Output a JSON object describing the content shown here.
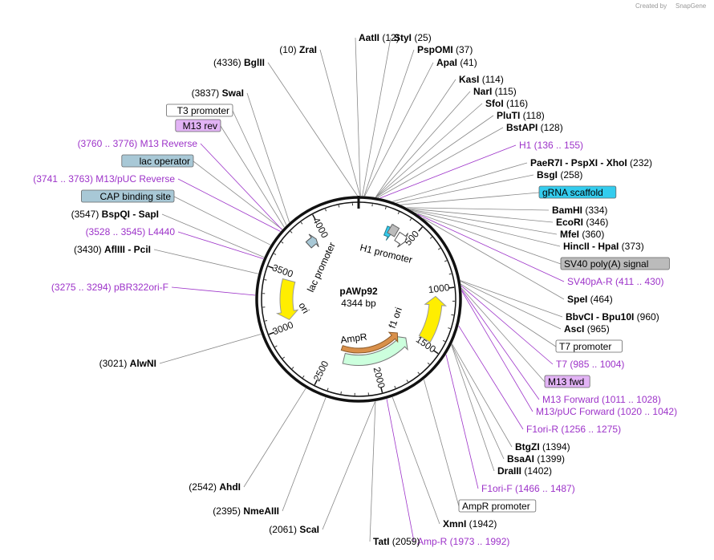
{
  "header": {
    "credit": "Created by",
    "brand": "SnapGene"
  },
  "plasmid": {
    "name": "pAWp92",
    "length": "4344 bp",
    "total_bp": 4344
  },
  "ticks": [
    "500",
    "1000",
    "1500",
    "2000",
    "2500",
    "3000",
    "3500",
    "4000"
  ],
  "features": [
    {
      "label": "H1 promoter",
      "type": "promoter",
      "start": 400,
      "end": 480
    },
    {
      "label": "gRNA scaffold",
      "type": "misc",
      "start": 250,
      "end": 330
    },
    {
      "label": "lac promoter",
      "type": "promoter",
      "start": 3800,
      "end": 3900
    },
    {
      "label": "ori",
      "type": "origin",
      "start": 3050,
      "end": 3450
    },
    {
      "label": "f1 ori",
      "type": "origin",
      "start": 1050,
      "end": 1470
    },
    {
      "label": "AmpR",
      "type": "cds",
      "start": 1500,
      "end": 2100
    }
  ],
  "labels": [
    {
      "name": "AatII",
      "num": "(12)",
      "color": "black",
      "bold": true
    },
    {
      "name": "ZraI",
      "num": "(10)",
      "color": "black",
      "bold": true
    },
    {
      "name": "BglII",
      "num": "(4336)",
      "color": "black",
      "bold": true
    },
    {
      "name": "StyI",
      "num": "(25)",
      "color": "black",
      "bold": true
    },
    {
      "name": "PspOMI",
      "num": "(37)",
      "color": "black",
      "bold": true
    },
    {
      "name": "ApaI",
      "num": "(41)",
      "color": "black",
      "bold": true
    },
    {
      "name": "KasI",
      "num": "(114)",
      "color": "black",
      "bold": true
    },
    {
      "name": "NarI",
      "num": "(115)",
      "color": "black",
      "bold": true
    },
    {
      "name": "SfoI",
      "num": "(116)",
      "color": "black",
      "bold": true
    },
    {
      "name": "PluTI",
      "num": "(118)",
      "color": "black",
      "bold": true
    },
    {
      "name": "BstAPI",
      "num": "(128)",
      "color": "black",
      "bold": true
    },
    {
      "name": "H1",
      "num": "(136 .. 155)",
      "color": "purple",
      "bold": false
    },
    {
      "name": "PaeR7I - PspXI - XhoI",
      "num": "(232)",
      "color": "black",
      "bold": true
    },
    {
      "name": "BsgI",
      "num": "(258)",
      "color": "black",
      "bold": true
    },
    {
      "name": "gRNA scaffold",
      "num": "",
      "color": "box-cyan",
      "bold": false
    },
    {
      "name": "BamHI",
      "num": "(334)",
      "color": "black",
      "bold": true
    },
    {
      "name": "EcoRI",
      "num": "(346)",
      "color": "black",
      "bold": true
    },
    {
      "name": "MfeI",
      "num": "(360)",
      "color": "black",
      "bold": true
    },
    {
      "name": "HincII - HpaI",
      "num": "(373)",
      "color": "black",
      "bold": true
    },
    {
      "name": "SV40 poly(A) signal",
      "num": "",
      "color": "box-gray",
      "bold": false
    },
    {
      "name": "SV40pA-R",
      "num": "(411 .. 430)",
      "color": "purple",
      "bold": false
    },
    {
      "name": "SpeI",
      "num": "(464)",
      "color": "black",
      "bold": true
    },
    {
      "name": "BbvCI - Bpu10I",
      "num": "(960)",
      "color": "black",
      "bold": true
    },
    {
      "name": "AscI",
      "num": "(965)",
      "color": "black",
      "bold": true
    },
    {
      "name": "T7 promoter",
      "num": "",
      "color": "box-white",
      "bold": false
    },
    {
      "name": "T7",
      "num": "(985 .. 1004)",
      "color": "purple",
      "bold": false
    },
    {
      "name": "M13 fwd",
      "num": "",
      "color": "box-purple",
      "bold": false
    },
    {
      "name": "M13 Forward",
      "num": "(1011 .. 1028)",
      "color": "purple",
      "bold": false
    },
    {
      "name": "M13/pUC Forward",
      "num": "(1020 .. 1042)",
      "color": "purple",
      "bold": false
    },
    {
      "name": "F1ori-R",
      "num": "(1256 .. 1275)",
      "color": "purple",
      "bold": false
    },
    {
      "name": "BtgZI",
      "num": "(1394)",
      "color": "black",
      "bold": true
    },
    {
      "name": "BsaAI",
      "num": "(1399)",
      "color": "black",
      "bold": true
    },
    {
      "name": "DraIII",
      "num": "(1402)",
      "color": "black",
      "bold": true
    },
    {
      "name": "F1ori-F",
      "num": "(1466 .. 1487)",
      "color": "purple",
      "bold": false
    },
    {
      "name": "AmpR promoter",
      "num": "",
      "color": "box-white",
      "bold": false
    },
    {
      "name": "XmnI",
      "num": "(1942)",
      "color": "black",
      "bold": true
    },
    {
      "name": "Amp-R",
      "num": "(1973 .. 1992)",
      "color": "purple",
      "bold": false
    },
    {
      "name": "TatI",
      "num": "(2059)",
      "color": "black",
      "bold": true
    },
    {
      "name": "ScaI",
      "num": "(2061)",
      "color": "black",
      "bold": true
    },
    {
      "name": "NmeAIII",
      "num": "(2395)",
      "color": "black",
      "bold": true
    },
    {
      "name": "AhdI",
      "num": "(2542)",
      "color": "black",
      "bold": true
    },
    {
      "name": "AlwNI",
      "num": "(3021)",
      "color": "black",
      "bold": true
    },
    {
      "name": "pBR322ori-F",
      "num": "(3275 .. 3294)",
      "color": "purple",
      "bold": false
    },
    {
      "name": "AflIII - PciI",
      "num": "(3430)",
      "color": "black",
      "bold": true
    },
    {
      "name": "L4440",
      "num": "(3528 .. 3545)",
      "color": "purple",
      "bold": false
    },
    {
      "name": "BspQI - SapI",
      "num": "(3547)",
      "color": "black",
      "bold": true
    },
    {
      "name": "CAP binding site",
      "num": "",
      "color": "box-teal",
      "bold": false
    },
    {
      "name": "M13/pUC Reverse",
      "num": "(3741 .. 3763)",
      "color": "purple",
      "bold": false
    },
    {
      "name": "lac operator",
      "num": "",
      "color": "box-teal",
      "bold": false
    },
    {
      "name": "M13 Reverse",
      "num": "(3760 .. 3776)",
      "color": "purple",
      "bold": false
    },
    {
      "name": "M13 rev",
      "num": "",
      "color": "box-purple",
      "bold": false
    },
    {
      "name": "T3 promoter",
      "num": "",
      "color": "box-white",
      "bold": false
    },
    {
      "name": "SwaI",
      "num": "(3837)",
      "color": "black",
      "bold": true
    }
  ],
  "colors": {
    "purple": "#9d33c9",
    "cyan": "#33ccee",
    "teal": "#a8c8d6",
    "gray": "#bbbbbb",
    "box_purple": "#e2b3f5",
    "yellow": "#ffee00",
    "ampr": "#ccffdd",
    "orange": "#d9904a"
  }
}
